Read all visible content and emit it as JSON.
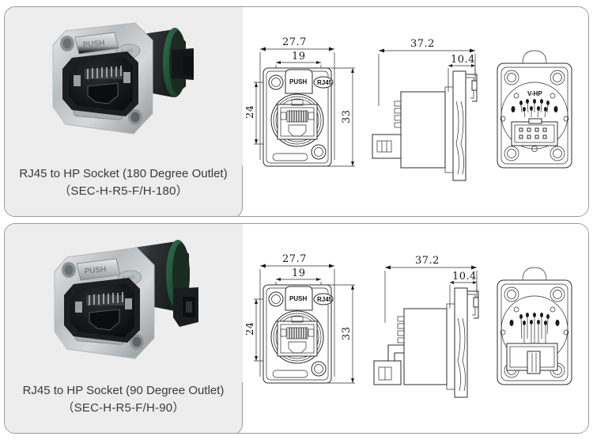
{
  "page": {
    "background": "#ffffff",
    "card_border_color": "#9a9a9a",
    "panel_background": "#ededed",
    "text_color": "#3a3a3a"
  },
  "products": [
    {
      "id": "rj45-hp-180",
      "caption_line1": "RJ45 to HP Socket (180 Degree Outlet)",
      "caption_line2": "（SEC-H-R5-F/H-180）",
      "photo_alt": "rj45-hp-socket-180-photo",
      "drawings": {
        "front_view": {
          "name": "front-view",
          "dimensions": {
            "width_outer": "27.7",
            "width_inner": "19",
            "height_inner": "24",
            "height_outer": "33"
          },
          "labels": {
            "push": "PUSH",
            "jack": "RJ45"
          }
        },
        "side_view": {
          "name": "side-view-180",
          "dimensions": {
            "depth_total": "37.2",
            "flange_depth": "10.4"
          }
        },
        "rear_view": {
          "name": "rear-view",
          "label": "V-HP"
        }
      }
    },
    {
      "id": "rj45-hp-90",
      "caption_line1": "RJ45 to HP Socket (90 Degree Outlet)",
      "caption_line2": "（SEC-H-R5-F/H-90）",
      "photo_alt": "rj45-hp-socket-90-photo",
      "drawings": {
        "front_view": {
          "name": "front-view",
          "dimensions": {
            "width_outer": "27.7",
            "width_inner": "19",
            "height_inner": "24",
            "height_outer": "33"
          },
          "labels": {
            "push": "PUSH",
            "jack": "RJ45"
          }
        },
        "side_view": {
          "name": "side-view-90",
          "dimensions": {
            "depth_total": "37.2",
            "flange_depth": "10.4"
          }
        },
        "rear_view": {
          "name": "rear-view",
          "label": ""
        }
      }
    }
  ]
}
